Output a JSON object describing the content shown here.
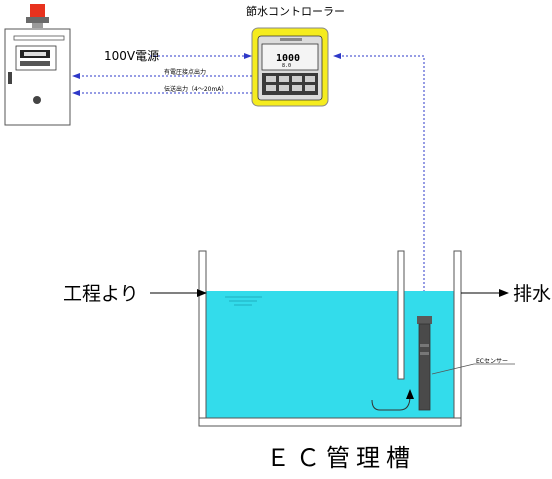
{
  "controller": {
    "title": "節水コントローラー",
    "display_value": "1000",
    "display_sub": "8.0"
  },
  "wiring": {
    "power": "100V電源",
    "contact_output": "有電圧接点出力",
    "signal_output": "伝送出力（4〜20mA）"
  },
  "tank": {
    "title": "ＥＣ管理槽",
    "inflow": "工程より",
    "drain": "排水",
    "sensor": "ECセンサー"
  },
  "colors": {
    "water": "#33dceb",
    "controller_body": "#f5ec1e",
    "signal_line": "#2e38c8",
    "warning_lamp": "#e8321e"
  },
  "icons": [
    "warning-lamp-icon",
    "control-panel-icon",
    "ec-controller-icon",
    "ec-sensor-icon",
    "stir-arrow-icon"
  ]
}
